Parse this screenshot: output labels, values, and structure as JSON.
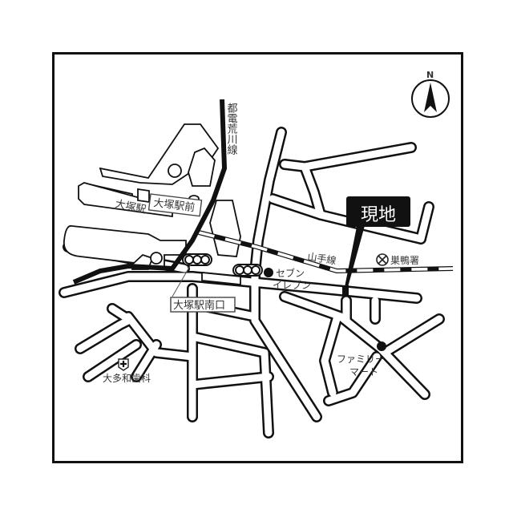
{
  "map": {
    "north_label": "N",
    "site_label": "現地",
    "rail_lines": {
      "toden": "都電荒川線",
      "yamanote": "山手線"
    },
    "stations": {
      "otsuka": "大塚駅",
      "otsuka_ekimae": "大塚駅前",
      "otsuka_south_exit": "大塚駅南口"
    },
    "landmarks": {
      "police": "巣鴨署",
      "seven_eleven_line1": "セブン",
      "seven_eleven_line2": "イレブン",
      "familymart_line1": "ファミリー",
      "familymart_line2": "マート",
      "dental": "大多和歯科"
    },
    "colors": {
      "ink": "#111111",
      "text": "#333333",
      "background": "#ffffff"
    }
  }
}
